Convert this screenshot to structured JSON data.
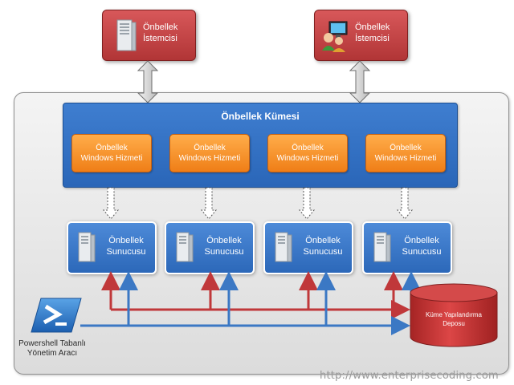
{
  "clients": [
    {
      "icon": "server-tower-icon",
      "line1": "Önbellek",
      "line2": "İstemcisi"
    },
    {
      "icon": "users-computer-icon",
      "line1": "Önbellek",
      "line2": "İstemcisi"
    }
  ],
  "cluster": {
    "title": "Önbellek  Kümesi",
    "services": [
      {
        "line1": "Önbellek",
        "line2": "Windows Hizmeti"
      },
      {
        "line1": "Önbellek",
        "line2": "Windows Hizmeti"
      },
      {
        "line1": "Önbellek",
        "line2": "Windows Hizmeti"
      },
      {
        "line1": "Önbellek",
        "line2": "Windows Hizmeti"
      }
    ]
  },
  "servers": [
    {
      "line1": "Önbellek",
      "line2": "Sunucusu"
    },
    {
      "line1": "Önbellek",
      "line2": "Sunucusu"
    },
    {
      "line1": "Önbellek",
      "line2": "Sunucusu"
    },
    {
      "line1": "Önbellek",
      "line2": "Sunucusu"
    }
  ],
  "config_store": {
    "line1": "Küme Yapılandırma",
    "line2": "Deposu"
  },
  "powershell": {
    "icon": "powershell-icon",
    "line1": "Powershell Tabanlı",
    "line2": "Yönetim Aracı"
  },
  "watermark": "http://www.enterprisecoding.com",
  "colors": {
    "client_red": "#c2403f",
    "cluster_blue": "#3173c6",
    "service_orange": "#f58f2a",
    "arrow_red": "#c0383a",
    "arrow_blue": "#3b78c4",
    "store_red": "#c83133"
  }
}
